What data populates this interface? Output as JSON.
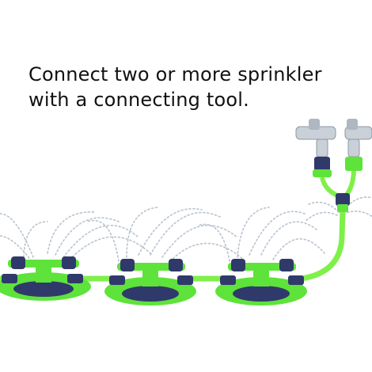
{
  "caption": {
    "line1": "Connect two or more sprinkler",
    "line2": "with a connecting tool."
  },
  "colors": {
    "sprinkler_green": "#5ee33a",
    "sprinkler_dark": "#2f3a6a",
    "hose_green": "#7ff04a",
    "water_spray": "#b9c3cf",
    "faucet_chrome": "#c9d0d8",
    "text": "#111111"
  },
  "scene": {
    "sprinkler_count": 3,
    "faucet_count": 2
  }
}
